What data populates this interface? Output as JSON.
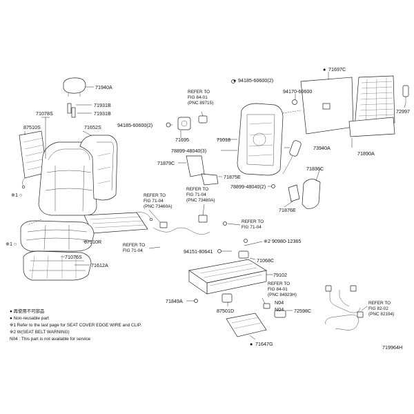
{
  "part_labels": {
    "p71940A": "71940A",
    "p71931B_1": "71931B",
    "p71931B_2": "71931B",
    "p71078S": "71078S",
    "p87510S": "87510S",
    "p71652S": "71652S",
    "p87510R": "87510R",
    "p71076S": "71076S",
    "p71612A": "71612A",
    "p94185_60600_top": "94185-60600(2)",
    "p71697C": "71697C",
    "p94170_60600": "94170-60600",
    "p72997": "72997",
    "p94185_60600_left": "94185-60600(2)",
    "p71695": "71695",
    "p71018": "71018",
    "p73940A": "73940A",
    "p71890A": "71890A",
    "p78899_48040_3": "78899-48040(3)",
    "p71879C": "71879C",
    "p71875E": "71875E",
    "p71836C": "71836C",
    "p78899_48040_2": "78899-48040(2)",
    "p71876E": "71876E",
    "p90980_12365": "90980-12365",
    "p94151_80641": "94151-80641",
    "p71068C": "71068C",
    "p79102": "79102",
    "p71849A": "71849A",
    "p87501D": "87501D",
    "pN04_a": "N04",
    "pN04_b": "N04",
    "p72598C": "72598C",
    "p71647G": "71647G",
    "figure_id": "719964H"
  },
  "prefix_marks": {
    "filled_dot": "●",
    "note1_mark": "※1",
    "note2_mark": "※2",
    "circle_mark": "○"
  },
  "refer_blocks": {
    "r_84_01_89715": [
      "REFER TO",
      "FIG 84-01",
      "(PNC 89715)"
    ],
    "r_71_04_73480A": [
      "REFER TO",
      "FIG 71-04",
      "(PNC 73480A)"
    ],
    "r_71_04_73460A": [
      "REFER TO",
      "FIG 71-04",
      "(PNC 73460A)"
    ],
    "r_71_04_a": [
      "REFER TO",
      "FIG 71-04"
    ],
    "r_71_04_b": [
      "REFER TO",
      "FIG 71-04"
    ],
    "r_84_01_84923H": [
      "REFER TO",
      "FIG 84-01",
      "(PNC 84923H)"
    ],
    "r_82_02_82194": [
      "REFER TO",
      "FIG 82-02",
      "(PNC 82194)"
    ]
  },
  "legend": {
    "line1": "● 再使用不可部品",
    "line2": "● Non-reusable part",
    "line3": "※1  Refer to the last page for SEAT COVER EDGE WIRE and CLIP.",
    "line4": "※2  W(SEAT BELT WARNING)",
    "line5": "N04 : This part is not available for service"
  }
}
